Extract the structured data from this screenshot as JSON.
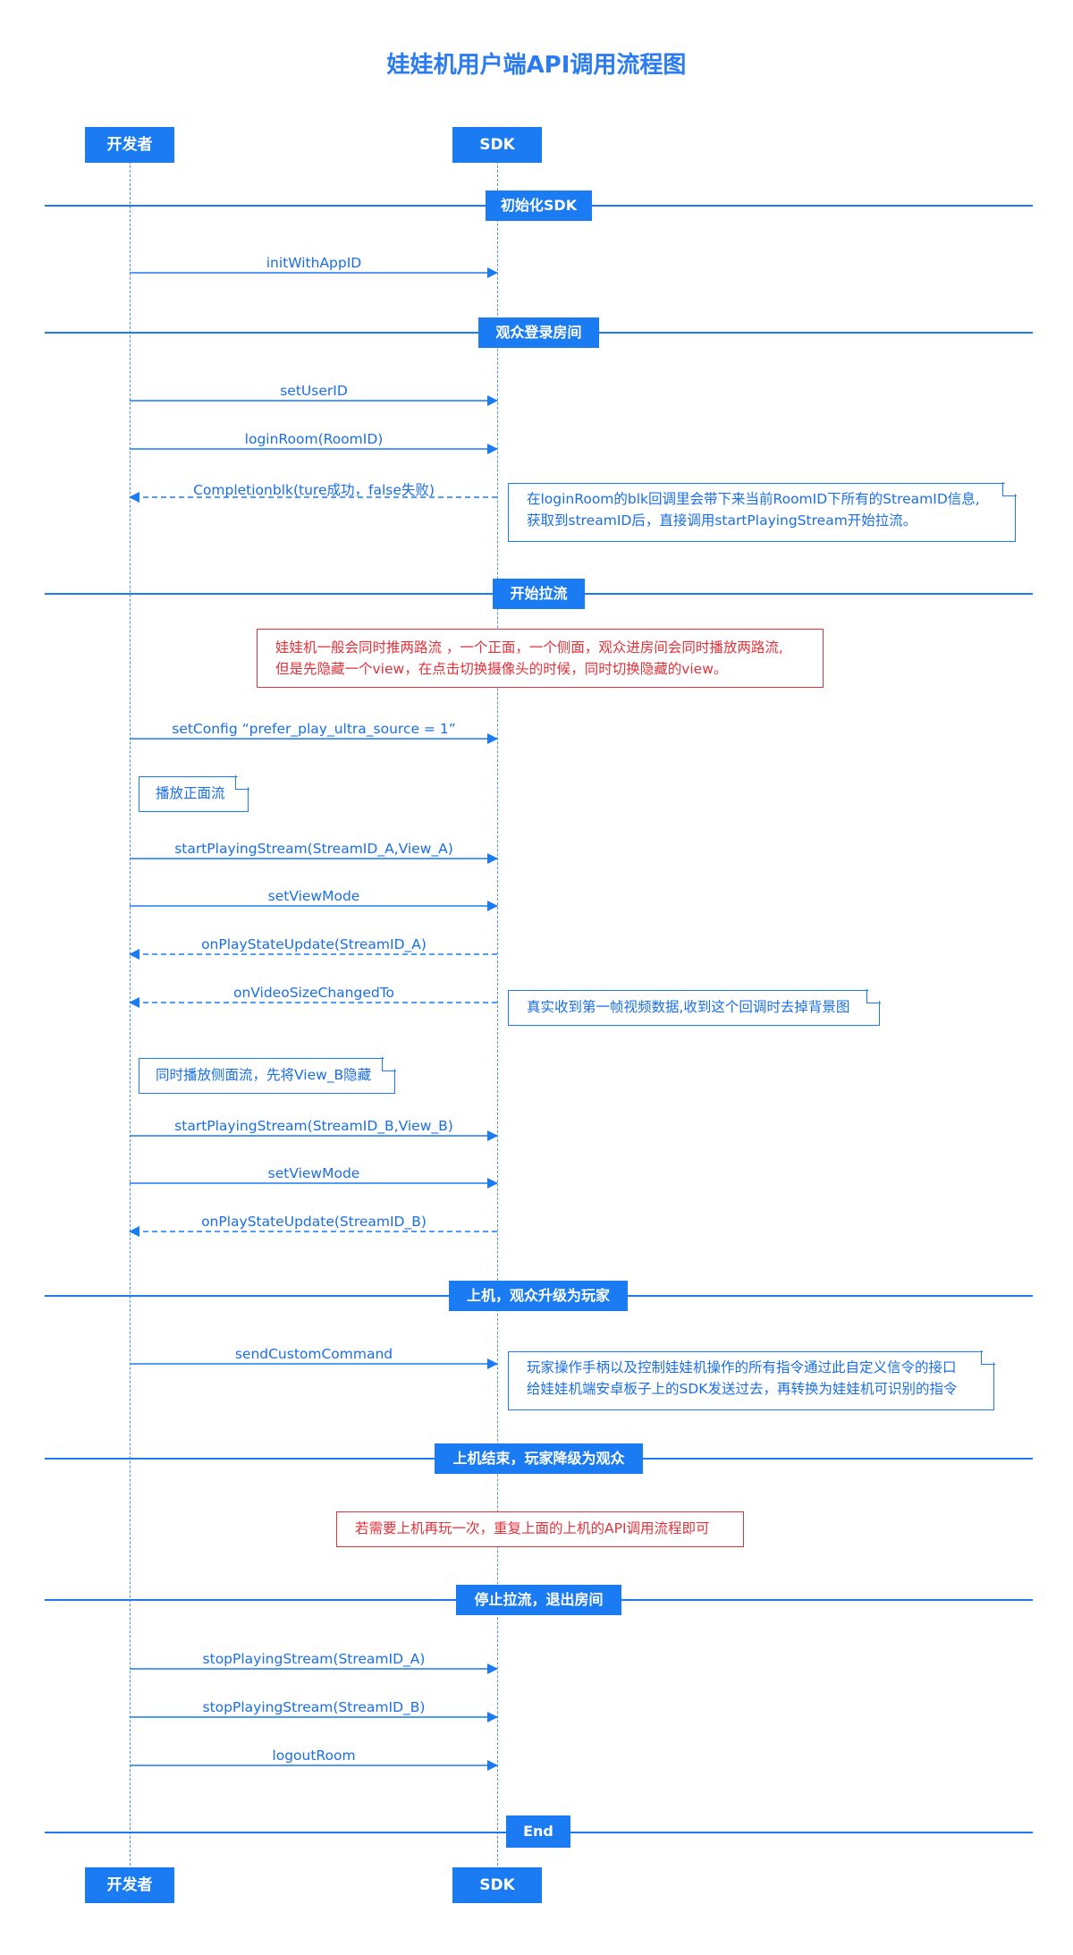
{
  "title": "娃娃机用户端API调用流程图",
  "actors": {
    "left": "开发者",
    "right": "SDK"
  },
  "sections": {
    "init": "初始化SDK",
    "login": "观众登录房间",
    "pull": "开始拉流",
    "play": "上机，观众升级为玩家",
    "end_play": "上机结束，玩家降级为观众",
    "stop": "停止拉流，退出房间",
    "end": "End"
  },
  "messages": [
    {
      "text": "initWithAppID",
      "direction": "to-sdk",
      "style": "solid"
    },
    {
      "text": "setUserID",
      "direction": "to-sdk",
      "style": "solid"
    },
    {
      "text": "loginRoom(RoomID)",
      "direction": "to-sdk",
      "style": "solid"
    },
    {
      "text": "Completionblk(ture成功，false失败)",
      "direction": "to-dev",
      "style": "dashed"
    },
    {
      "text": "setConfig “prefer_play_ultra_source = 1”",
      "direction": "to-sdk",
      "style": "solid"
    },
    {
      "text": "startPlayingStream(StreamID_A,View_A)",
      "direction": "to-sdk",
      "style": "solid"
    },
    {
      "text": "setViewMode",
      "direction": "to-sdk",
      "style": "solid"
    },
    {
      "text": "onPlayStateUpdate(StreamID_A)",
      "direction": "to-dev",
      "style": "dashed"
    },
    {
      "text": "onVideoSizeChangedTo",
      "direction": "to-dev",
      "style": "dashed"
    },
    {
      "text": "startPlayingStream(StreamID_B,View_B)",
      "direction": "to-sdk",
      "style": "solid"
    },
    {
      "text": "setViewMode",
      "direction": "to-sdk",
      "style": "solid"
    },
    {
      "text": "onPlayStateUpdate(StreamID_B)",
      "direction": "to-dev",
      "style": "dashed"
    },
    {
      "text": "sendCustomCommand",
      "direction": "to-sdk",
      "style": "solid"
    },
    {
      "text": "stopPlayingStream(StreamID_A)",
      "direction": "to-sdk",
      "style": "solid"
    },
    {
      "text": "stopPlayingStream(StreamID_B)",
      "direction": "to-sdk",
      "style": "solid"
    },
    {
      "text": "logoutRoom",
      "direction": "to-sdk",
      "style": "solid"
    }
  ],
  "notes": {
    "login_note": [
      "在loginRoom的blk回调里会带下来当前RoomID下所有的StreamID信息,",
      "获取到streamID后，直接调用startPlayingStream开始拉流。"
    ],
    "dual_stream_warning": [
      "娃娃机一般会同时推两路流 ，一个正面，一个侧面，观众进房间会同时播放两路流,",
      "但是先隐藏一个view，在点击切换摄像头的时候，同时切换隐藏的view。"
    ],
    "front_stream": "播放正面流",
    "first_frame": "真实收到第一帧视频数据,收到这个回调时去掉背景图",
    "side_stream": "同时播放侧面流，先将View_B隐藏",
    "custom_command": [
      "玩家操作手柄以及控制娃娃机操作的所有指令通过此自定义信令的接口",
      "给娃娃机端安卓板子上的SDK发送过去，再转换为娃娃机可识别的指令"
    ],
    "replay_warning": "若需要上机再玩一次，重复上面的上机的API调用流程即可"
  },
  "colors": {
    "accent": "#1a7bf2",
    "text": "#1a6fe6",
    "warning": "#e0323a"
  }
}
